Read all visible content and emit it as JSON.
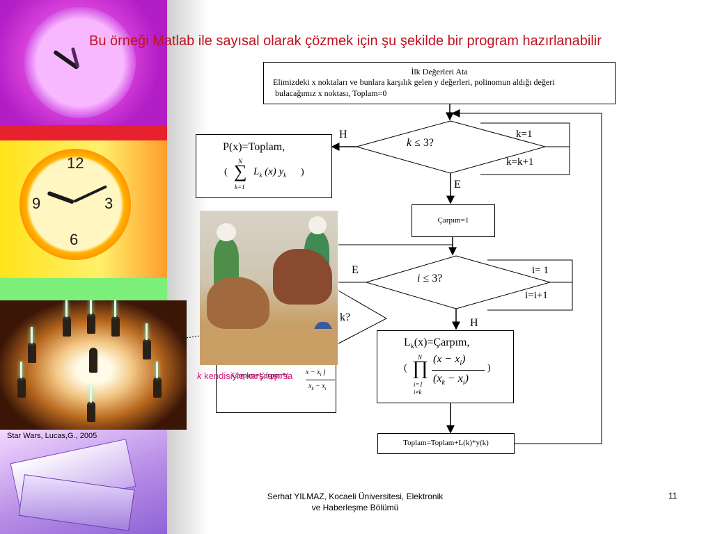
{
  "slide": {
    "title": "Bu örneği Matlab ile sayısal olarak çözmek için şu şekilde bir program hazırlanabilir",
    "image_caption": "Star Wars, Lucas,G., 2005",
    "note": "kendisiyle karşılaşırsa",
    "note_var": "k",
    "footer_line1": "Serhat YILMAZ, Kocaeli Üniversitesi, Elektronik",
    "footer_line2": "ve Haberleşme Bölümü",
    "page_number": "11"
  },
  "flowchart": {
    "init_line1": "İlk Değerleri Ata",
    "init_line2": "Elimizdeki x noktaları ve bunlara karşılık gelen y değerleri, polinomun aldığı değeri",
    "init_line3": "bulacağımız x noktası, Toplam=0",
    "decision1_var": "k",
    "decision1_rest": " ≤ 3?",
    "label_H1": "H",
    "label_k1": "k=1",
    "label_kinc": "k=k+1",
    "label_E1": "E",
    "result_line1": "P(x)=Toplam,",
    "result_open": "(",
    "result_close": ")",
    "result_sum_top": "N",
    "result_sum_bottom": "k=1",
    "result_sum_symbol": "∑",
    "result_term": "L",
    "result_term_sub": "k",
    "result_term_arg": "(x) y",
    "result_term_sub2": "k",
    "carpim_init": "Çarpım=1",
    "decision2_var": "i",
    "decision2_rest": " ≤ 3?",
    "label_E2": "E",
    "label_i1": "i= 1",
    "label_iinc": "i=i+1",
    "label_H2": "H",
    "label_kq": "k?",
    "lk_line1_a": "L",
    "lk_line1_sub": "k",
    "lk_line1_b": "(x)=Çarpım,",
    "lk_prod_symbol": "∏",
    "lk_prod_top": "N",
    "lk_prod_bottom1": "i=1",
    "lk_prod_bottom2": "i≠k",
    "lk_num": "(x − x",
    "lk_num_sub": "i",
    "lk_den": "(x",
    "lk_den_sub": "k",
    "lk_den_mid": " − x",
    "lk_den_sub2": "i",
    "carpim_update": "Çarpım=Çarpım*(",
    "carpim_update_num": "x − x",
    "carpim_update_num_sub": "i",
    "carpim_update_den": "x",
    "carpim_update_den_sub": "k",
    "carpim_update_den_mid": " − x",
    "carpim_update_den_sub2": "i",
    "toplam_update": "Toplam=Toplam+L(k)*y(k)"
  },
  "colors": {
    "title": "#c0121f",
    "note": "#d4147a"
  }
}
